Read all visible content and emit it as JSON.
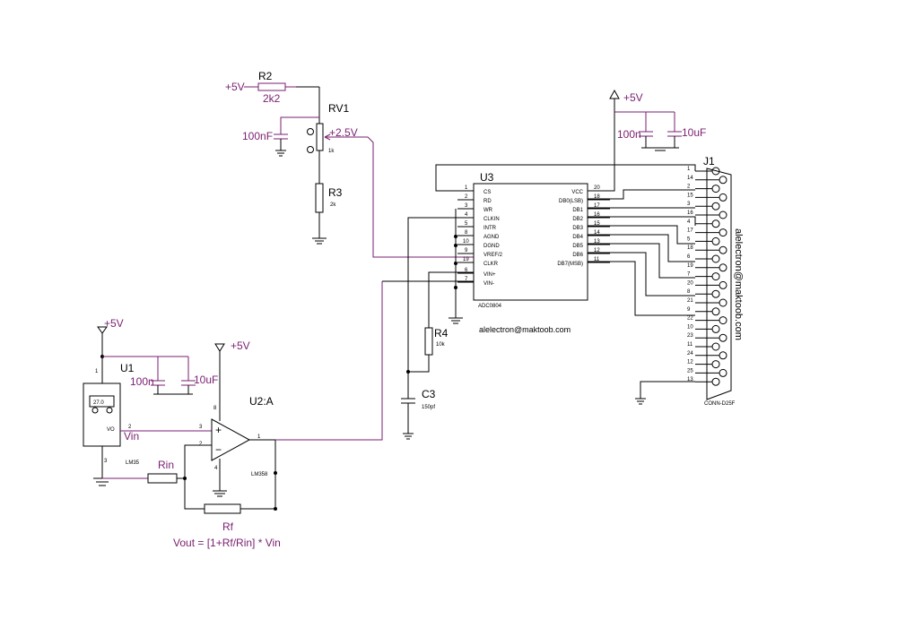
{
  "supply": {
    "plus5_top_left": "+5V",
    "plus5_adc": "+5V",
    "plus5_u1": "+5V",
    "plus5_opamp": "+5V"
  },
  "r2": {
    "name": "R2",
    "value": "2k2"
  },
  "rv1": {
    "name": "RV1",
    "value": "1k",
    "wiper": "+2.5V"
  },
  "c_100nf": "100nF",
  "r3": {
    "name": "R3",
    "value": "2k"
  },
  "u3": {
    "name": "U3",
    "part": "ADC0804",
    "left_pins": [
      {
        "num": "1",
        "name": "CS"
      },
      {
        "num": "2",
        "name": "RD"
      },
      {
        "num": "3",
        "name": "WR"
      },
      {
        "num": "4",
        "name": "CLKIN"
      },
      {
        "num": "5",
        "name": "INTR"
      },
      {
        "num": "8",
        "name": "AGND"
      },
      {
        "num": "10",
        "name": "DGND"
      },
      {
        "num": "9",
        "name": "VREF/2"
      },
      {
        "num": "19",
        "name": "CLKR"
      },
      {
        "num": "6",
        "name": "VIN+"
      },
      {
        "num": "7",
        "name": "VIN-"
      }
    ],
    "right_pins": [
      {
        "num": "20",
        "name": "VCC"
      },
      {
        "num": "18",
        "name": "DB0(LSB)"
      },
      {
        "num": "17",
        "name": "DB1"
      },
      {
        "num": "16",
        "name": "DB2"
      },
      {
        "num": "15",
        "name": "DB3"
      },
      {
        "num": "14",
        "name": "DB4"
      },
      {
        "num": "13",
        "name": "DB5"
      },
      {
        "num": "12",
        "name": "DB6"
      },
      {
        "num": "11",
        "name": "DB7(MSB)"
      }
    ]
  },
  "c_100n_adc": "100n",
  "c_10uf_adc": "10uF",
  "j1": {
    "name": "J1",
    "part": "CONN-D25F",
    "pins": [
      "1",
      "14",
      "2",
      "15",
      "3",
      "16",
      "4",
      "17",
      "5",
      "18",
      "6",
      "19",
      "7",
      "20",
      "8",
      "21",
      "9",
      "22",
      "10",
      "23",
      "11",
      "24",
      "12",
      "25",
      "13"
    ]
  },
  "email_vertical": "alelectron@maktoob.com",
  "email": "alelectron@maktoob.com",
  "r4": {
    "name": "R4",
    "value": "10k"
  },
  "c3": {
    "name": "C3",
    "value": "150pf"
  },
  "u1": {
    "name": "U1",
    "part": "LM35",
    "display": "27.0",
    "pin_vo": "VO",
    "pin1": "1",
    "pin2": "2",
    "pin3": "3",
    "vin": "Vin"
  },
  "c_100n_u1": "100n",
  "c_10uf_u1": "10uF",
  "u2": {
    "name": "U2:A",
    "part": "LM358",
    "in_plus": "3",
    "in_minus": "2",
    "out": "1",
    "pin8": "8",
    "pin4": "4"
  },
  "rin": "Rin",
  "rf": "Rf",
  "formula": "Vout = [1+Rf/Rin] * Vin"
}
